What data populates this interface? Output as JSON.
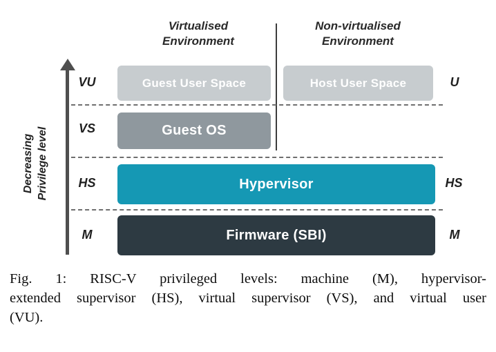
{
  "figure": {
    "headers": {
      "left": "Virtualised\nEnvironment",
      "right": "Non-virtualised\nEnvironment"
    },
    "axis_label": "Decreasing\nPrivilege level",
    "levels": {
      "vu": "VU",
      "u": "U",
      "vs": "VS",
      "hs_left": "HS",
      "hs_right": "HS",
      "m_left": "M",
      "m_right": "M"
    },
    "boxes": {
      "guest_user_space": "Guest User Space",
      "host_user_space": "Host User Space",
      "guest_os": "Guest OS",
      "hypervisor": "Hypervisor",
      "firmware": "Firmware (SBI)"
    },
    "colors": {
      "user_space": "#c7cccf",
      "guest_os": "#8f989e",
      "hypervisor": "#1598b4",
      "firmware": "#2d3a42"
    }
  },
  "caption": {
    "line1": "Fig. 1: RISC-V privileged levels: machine (M), hypervisor-",
    "line2": "extended supervisor (HS), virtual supervisor (VS), and virtual user",
    "line3": "(VU)."
  }
}
